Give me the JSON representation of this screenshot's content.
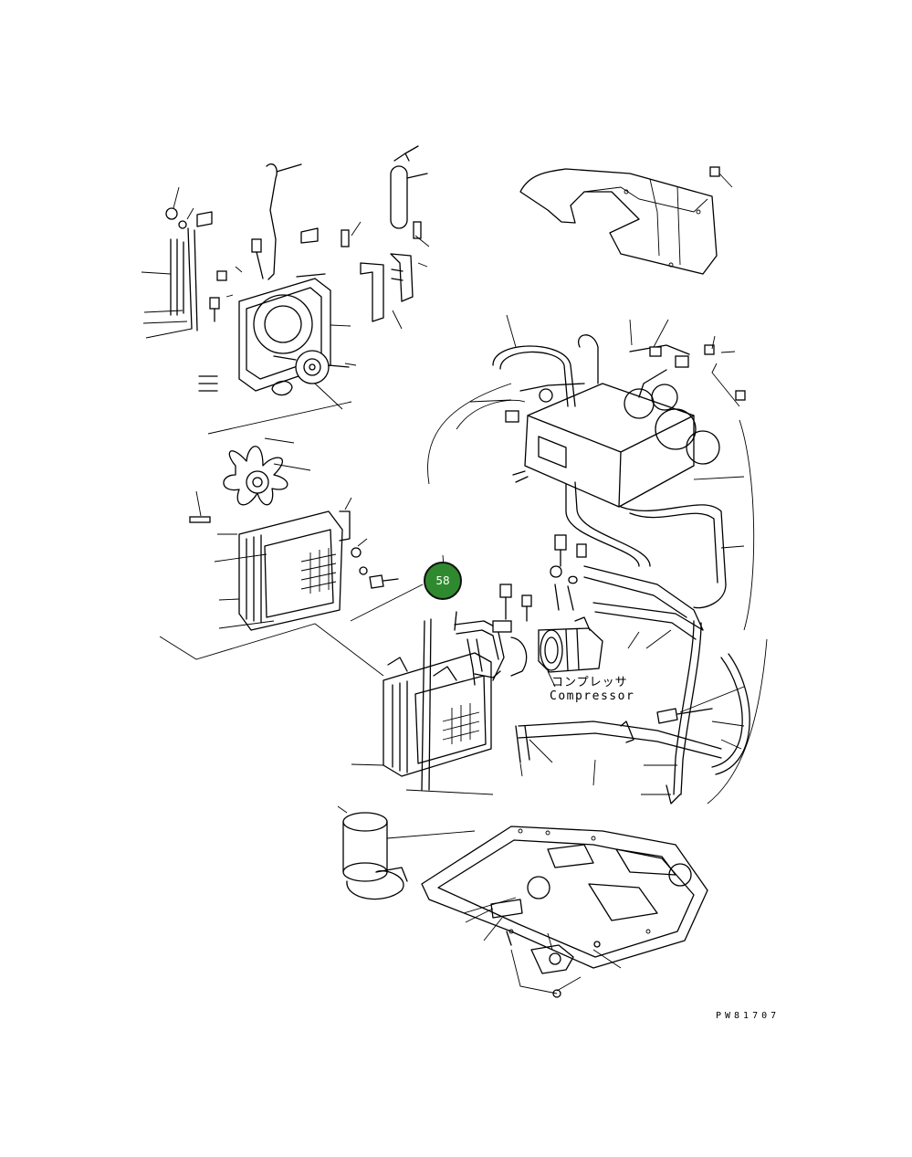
{
  "callout": {
    "number": "58",
    "color": "#2f8a2f"
  },
  "labels": {
    "compressor_jp": "コンプレッサ",
    "compressor_en": "Compressor"
  },
  "drawing_code": "PW81707"
}
